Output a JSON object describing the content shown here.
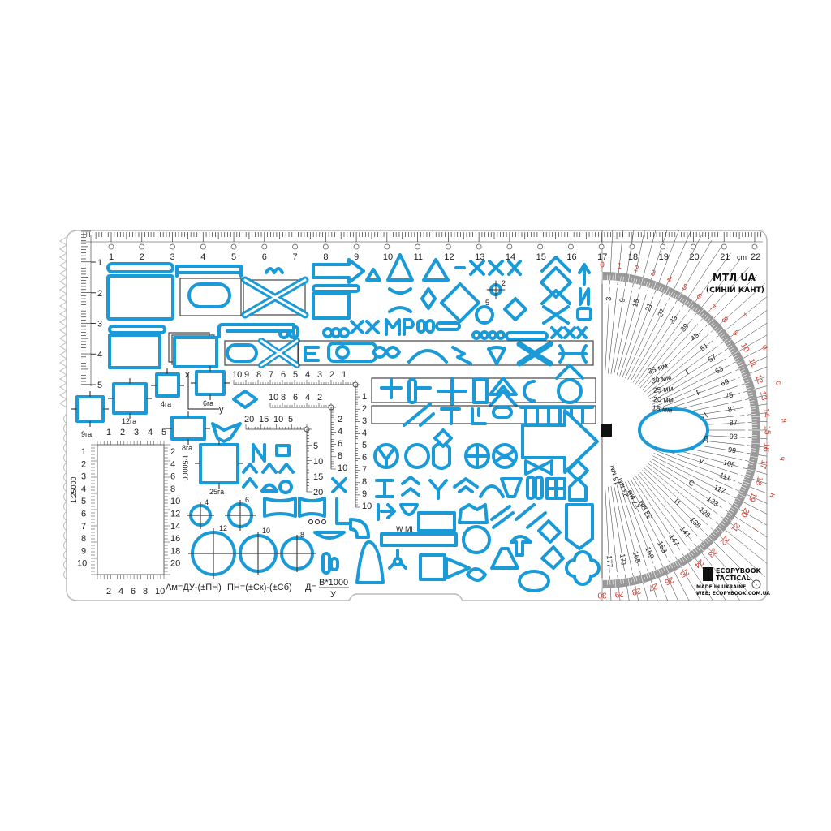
{
  "colors": {
    "outline": "#1a9ad6",
    "plate": "#ffffff",
    "red_scale": "#d63a2a",
    "ink": "#222222"
  },
  "top_ruler": {
    "numbers": [
      "1",
      "2",
      "3",
      "4",
      "5",
      "6",
      "7",
      "8",
      "9",
      "10",
      "11",
      "12",
      "13",
      "14",
      "15",
      "16",
      "17",
      "18",
      "19",
      "20",
      "21",
      "22"
    ],
    "unit": "cm"
  },
  "left_ruler": {
    "numbers": [
      "1",
      "2",
      "3",
      "4",
      "5"
    ]
  },
  "area_labels": {
    "ha9": "9га",
    "ha12": "12га",
    "ha4": "4га",
    "ha6": "6га",
    "ha8": "8га",
    "ha25": "25га",
    "x": "x",
    "y": "y"
  },
  "scale_box": {
    "scale_left": "1:25000",
    "scale_right": "1:50000",
    "top": [
      "1",
      "2",
      "3",
      "4",
      "5"
    ],
    "left": [
      "1",
      "2",
      "3",
      "4",
      "5",
      "6",
      "7",
      "8",
      "9",
      "10"
    ],
    "right": [
      "2",
      "4",
      "6",
      "8",
      "10",
      "12",
      "14",
      "16",
      "18",
      "20"
    ],
    "bottom": [
      "2",
      "4",
      "6",
      "8",
      "10"
    ]
  },
  "mini_rulers": {
    "r10": [
      "10",
      "9",
      "8",
      "7",
      "6",
      "5",
      "4",
      "3",
      "2",
      "1"
    ],
    "r10v": [
      "1",
      "2",
      "3",
      "4",
      "5",
      "6",
      "7",
      "8",
      "9",
      "10"
    ],
    "r10b": [
      "10",
      "8",
      "6",
      "4",
      "2"
    ],
    "r10bv": [
      "2",
      "4",
      "6",
      "8",
      "10"
    ],
    "r20": [
      "20",
      "15",
      "10",
      "5"
    ],
    "r20v": [
      "5",
      "10",
      "15",
      "20"
    ]
  },
  "circle_labels": [
    "4",
    "6",
    "12",
    "10",
    "8"
  ],
  "marker_labels": {
    "two": "2",
    "five": "5",
    "wmi": "W Mi"
  },
  "formulas": {
    "f1": "Ам=ДУ-(±ПН)",
    "f2": "ПН=(±Ск)-(±Сб)",
    "f3": "Д=",
    "f3_num": "В*1000",
    "f3_den": "У"
  },
  "protractor": {
    "red_numbers": [
      "0",
      "1",
      "2",
      "3",
      "4",
      "5",
      "6",
      "7",
      "8",
      "9",
      "10",
      "11",
      "12",
      "13",
      "14",
      "15",
      "16",
      "17",
      "18",
      "19",
      "20",
      "21",
      "22",
      "23",
      "24",
      "25",
      "26",
      "27",
      "28",
      "29",
      "30"
    ],
    "red_letters": [
      "т",
      "и",
      "с",
      "я",
      "ч",
      "н",
      "і"
    ],
    "degree_numbers": [
      "3",
      "9",
      "15",
      "21",
      "27",
      "33",
      "39",
      "45",
      "51",
      "57",
      "63",
      "69",
      "75",
      "81",
      "87",
      "93",
      "99",
      "105",
      "111",
      "117",
      "123",
      "129",
      "135",
      "141",
      "147",
      "153",
      "159",
      "165",
      "171",
      "177"
    ],
    "letters": [
      "Г",
      "Р",
      "А",
      "Д",
      "У",
      "С",
      "И"
    ],
    "mm_upper": [
      "35 мм",
      "30 мм",
      "25 мм",
      "20 мм",
      "15 мм"
    ],
    "mm_lower": [
      "18 мм",
      "23 мм",
      "27 мм",
      "33 мм"
    ]
  },
  "brand": {
    "title": "МТЛ UA",
    "subtitle": "(СИНІЙ КАНТ)",
    "logo": "ET",
    "name1": "ECOPYBOOK",
    "name2": "TACTICAL",
    "made": "MADE IN UKRAINE",
    "web": "WEB: ECOPYBOOK.COM.UA"
  }
}
